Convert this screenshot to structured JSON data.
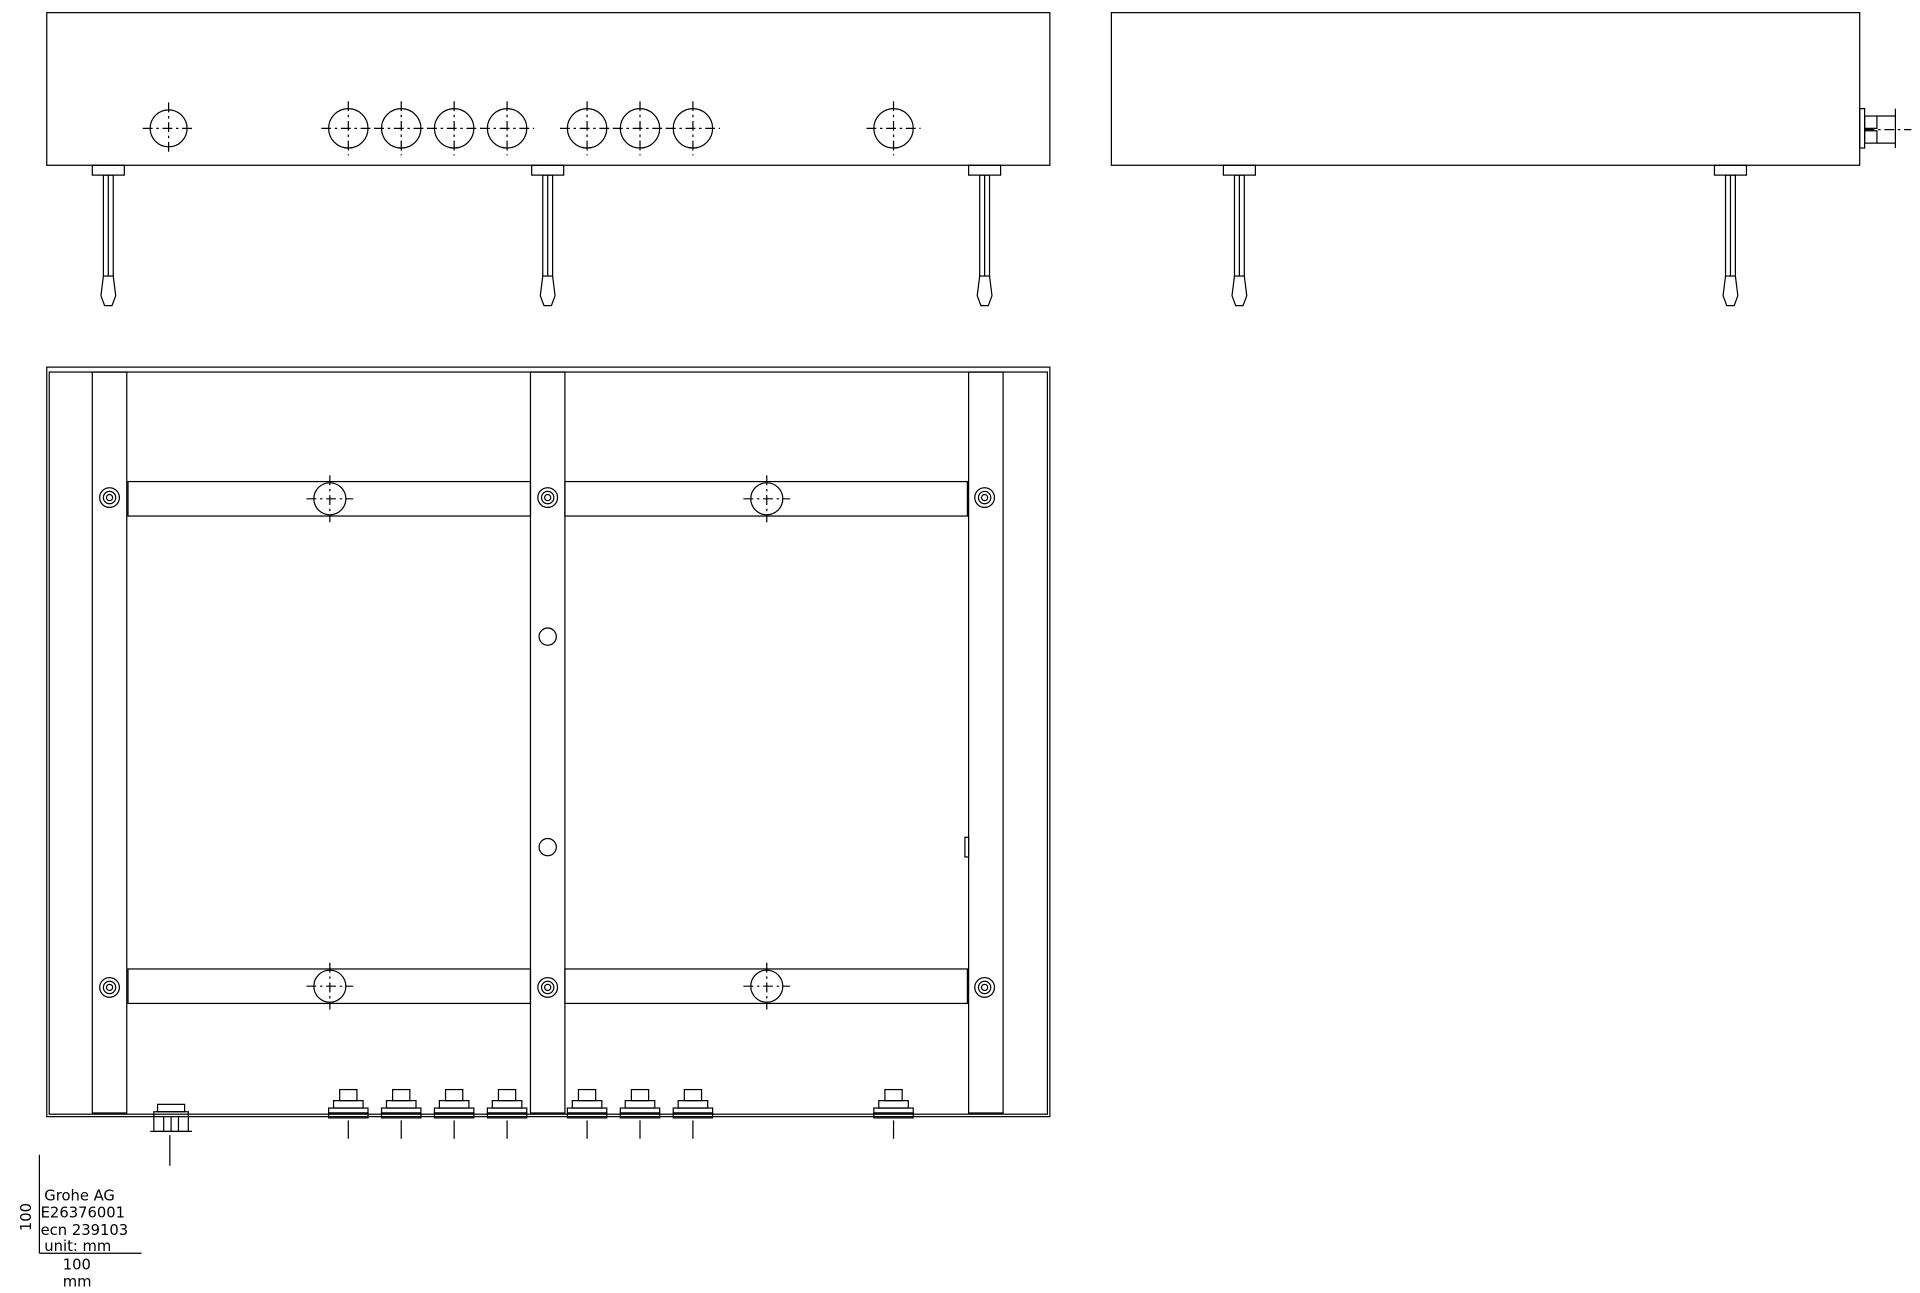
{
  "title_block": {
    "company": "Grohe AG",
    "part_number": "E26376001",
    "ecn": "ecn 239103",
    "unit": "unit:  mm"
  },
  "scale_bar": {
    "vertical_label": "100",
    "horizontal_label": "100",
    "horizontal_unit": "mm"
  },
  "colors": {
    "line": "#000000",
    "background": "#ffffff"
  }
}
